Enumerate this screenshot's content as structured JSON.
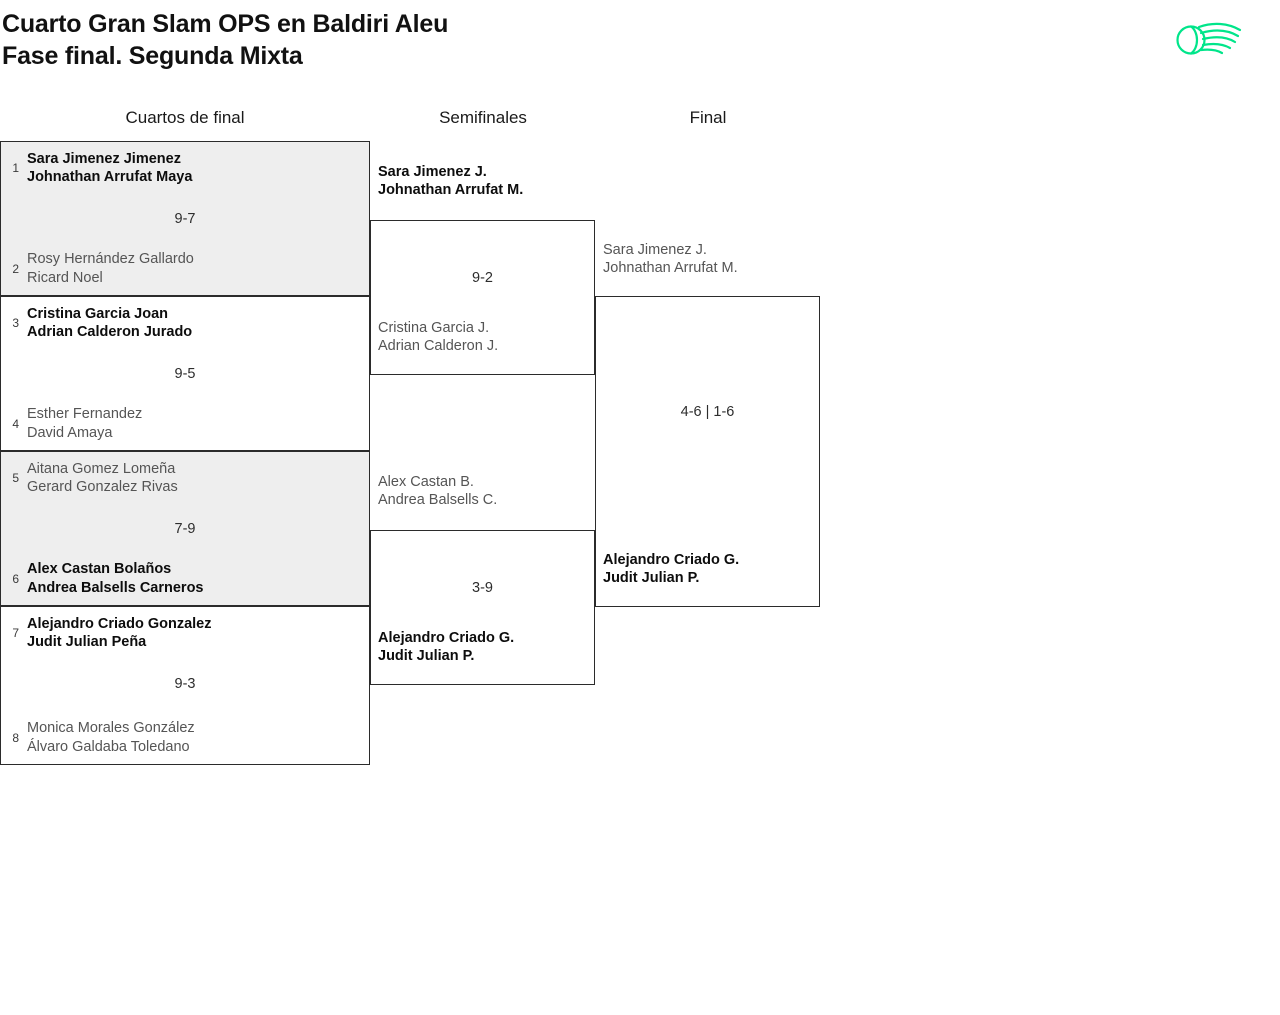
{
  "header": {
    "title_line_1": "Cuarto Gran Slam OPS en Baldiri Aleu",
    "title_line_2": "Fase final. Segunda Mixta",
    "logo_name": "tennis-ball-swoosh-logo",
    "logo_color": "#00E58A"
  },
  "rounds": [
    {
      "label": "Cuartos de final"
    },
    {
      "label": "Semifinales"
    },
    {
      "label": "Final"
    }
  ],
  "quarterfinals": [
    {
      "score": "9-7",
      "shaded": true,
      "top": {
        "seed": "1",
        "player_1": "Sara Jimenez Jimenez",
        "player_2": "Johnathan Arrufat Maya",
        "winner": true
      },
      "bottom": {
        "seed": "2",
        "player_1": "Rosy Hernández Gallardo",
        "player_2": "Ricard Noel",
        "winner": false
      }
    },
    {
      "score": "9-5",
      "shaded": false,
      "top": {
        "seed": "3",
        "player_1": "Cristina Garcia Joan",
        "player_2": "Adrian Calderon Jurado",
        "winner": true
      },
      "bottom": {
        "seed": "4",
        "player_1": "Esther Fernandez",
        "player_2": "David Amaya",
        "winner": false
      }
    },
    {
      "score": "7-9",
      "shaded": true,
      "top": {
        "seed": "5",
        "player_1": "Aitana Gomez Lomeña",
        "player_2": "Gerard Gonzalez Rivas",
        "winner": false
      },
      "bottom": {
        "seed": "6",
        "player_1": "Alex Castan Bolaños",
        "player_2": "Andrea Balsells Carneros",
        "winner": true
      }
    },
    {
      "score": "9-3",
      "shaded": false,
      "top": {
        "seed": "7",
        "player_1": "Alejandro Criado Gonzalez",
        "player_2": "Judit Julian Peña",
        "winner": true
      },
      "bottom": {
        "seed": "8",
        "player_1": "Monica Morales González",
        "player_2": "Álvaro Galdaba Toledano",
        "winner": false
      }
    }
  ],
  "semifinals": [
    {
      "score": "9-2",
      "top": {
        "player_1": "Sara Jimenez J.",
        "player_2": "Johnathan Arrufat M.",
        "winner": true
      },
      "bottom": {
        "player_1": "Cristina Garcia J.",
        "player_2": "Adrian Calderon J.",
        "winner": false
      }
    },
    {
      "score": "3-9",
      "top": {
        "player_1": "Alex Castan B.",
        "player_2": "Andrea Balsells C.",
        "winner": false
      },
      "bottom": {
        "player_1": "Alejandro Criado G.",
        "player_2": "Judit Julian P.",
        "winner": true
      }
    }
  ],
  "final": {
    "score": "4-6 | 1-6",
    "top": {
      "player_1": "Sara Jimenez J.",
      "player_2": "Johnathan Arrufat M.",
      "winner": false
    },
    "bottom": {
      "player_1": "Alejandro Criado G.",
      "player_2": "Judit Julian P.",
      "winner": true
    }
  }
}
